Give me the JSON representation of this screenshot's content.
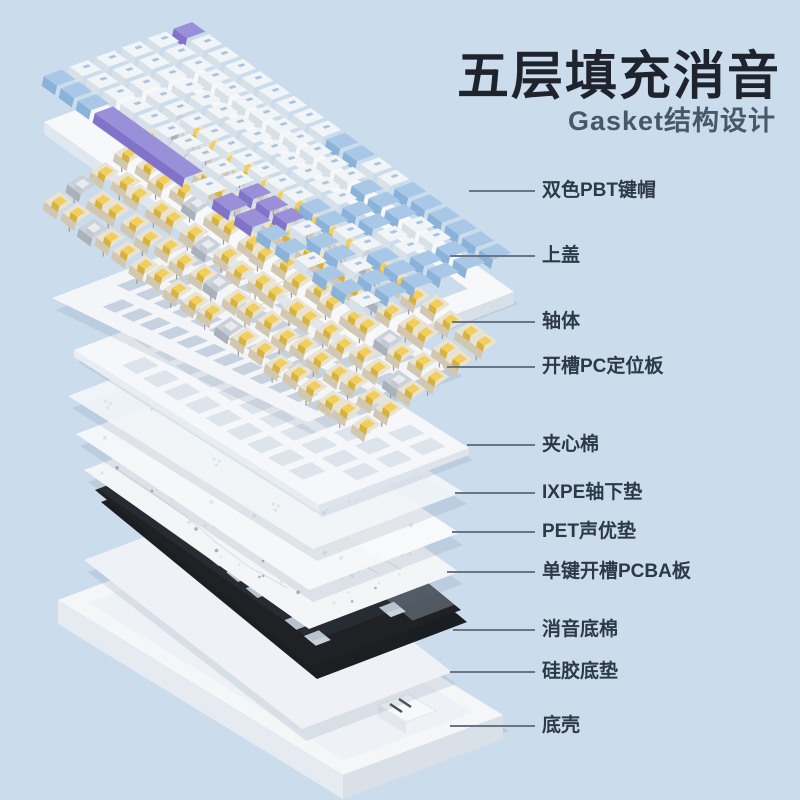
{
  "header": {
    "title": "五层填充消音",
    "subtitle": "Gasket结构设计",
    "title_color": "#1e232d",
    "subtitle_color": "#46586c"
  },
  "labels": [
    "双色PBT键帽",
    "上盖",
    "轴体",
    "开槽PC定位板",
    "夹心棉",
    "IXPE轴下垫",
    "PET声优垫",
    "单键开槽PCBA板",
    "消音底棉",
    "硅胶底垫",
    "底壳"
  ],
  "annotation": {
    "line_color": "#6a7585",
    "text_color": "#2e3947"
  },
  "illustration": {
    "background": "#cbdcec",
    "colors": {
      "keycap_white": "#f2f5f8",
      "keycap_white_front": "#d8e0e8",
      "keycap_blue": "#a9c8e8",
      "keycap_blue_front": "#8bb2d8",
      "keycap_purple": "#9a8fd9",
      "keycap_purple_front": "#8173c9",
      "keycap_legend": "#6f9bd0",
      "switch_housing": "#eae3d1",
      "switch_housing_front": "#d2c8b2",
      "switch_stem": "#f2cf5a",
      "switch_stem_front": "#d6b23f",
      "switch_silver": "#ccd1d8",
      "switch_silver_front": "#aab1bb",
      "cover": "#f6f8fa",
      "cover_edge": "#e1e7ee",
      "plate": "#f3f5f8",
      "plate_hole": "#c2cedd",
      "foam": "#f5f7fa",
      "foam_hole": "#dde4ec",
      "ixpe": "#f3f6f9",
      "pet": "#f6f8fa",
      "pcba": "#f3f5f7",
      "pcba_dot": "#a9b2bf",
      "pcba_trace": "#d6dce3",
      "black_foam": "#1f2125",
      "black_foam_side": "#101216",
      "black_foam_far": "#5a616b",
      "black_foam_slot": "#c9d1da",
      "silicone": "#eff2f6",
      "shell": "#f4f6f8",
      "shell_side": "#e6ebf1",
      "shell_side2": "#d9e0e8",
      "shadow": "#5a7090"
    }
  }
}
